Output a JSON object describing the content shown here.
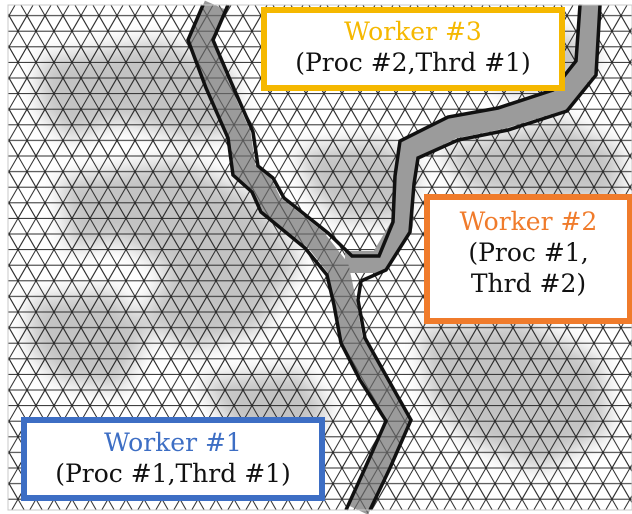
{
  "colors": {
    "worker1": "#3d6ec4",
    "worker2": "#f07b2b",
    "worker3": "#f5b800",
    "shade": "#b9b9b9",
    "mesh": "#2b2b2b",
    "boundary": "#111111"
  },
  "workers": {
    "w3": {
      "title": "Worker #3",
      "detail": "(Proc #2,Thrd #1)"
    },
    "w2": {
      "title": "Worker #2",
      "detail_line1": "(Proc #1,",
      "detail_line2": "Thrd #2)"
    },
    "w1": {
      "title": "Worker #1",
      "detail": "(Proc #1,Thrd #1)"
    }
  }
}
